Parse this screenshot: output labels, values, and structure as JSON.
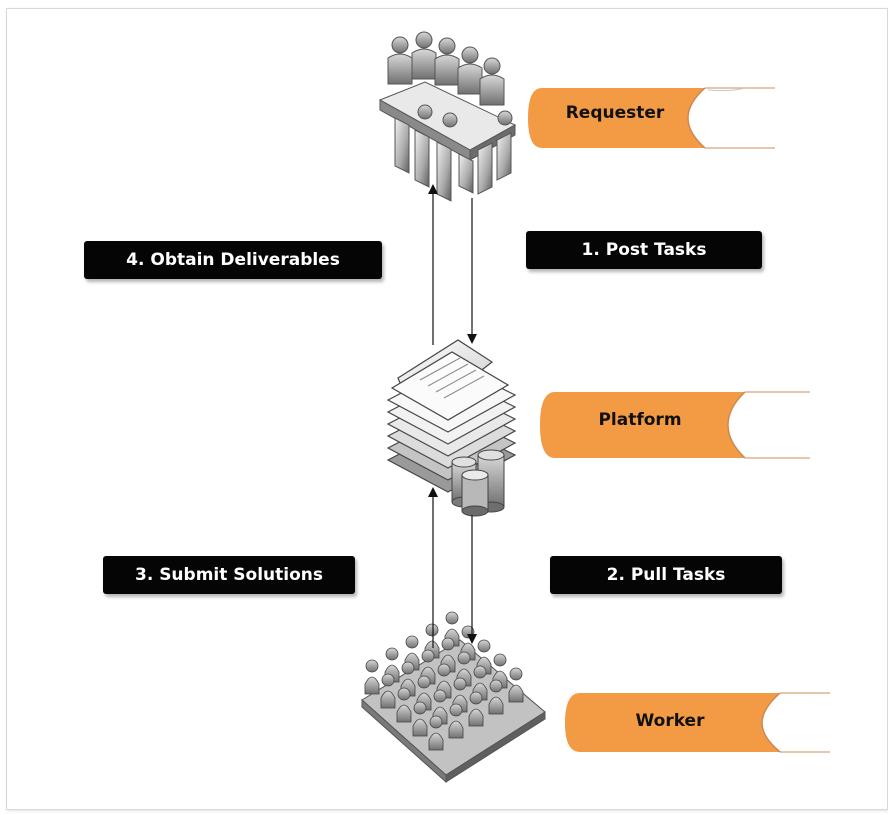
{
  "diagram": {
    "nodes": [
      {
        "id": "requester",
        "label": "Requester",
        "icon": "meeting-group-icon"
      },
      {
        "id": "platform",
        "label": "Platform",
        "icon": "documents-database-icon"
      },
      {
        "id": "worker",
        "label": "Worker",
        "icon": "crowd-icon"
      }
    ],
    "steps": [
      {
        "label": "1. Post Tasks",
        "from": "requester",
        "to": "platform"
      },
      {
        "label": "2. Pull Tasks",
        "from": "platform",
        "to": "worker"
      },
      {
        "label": "3. Submit Solutions",
        "from": "worker",
        "to": "platform"
      },
      {
        "label": "4. Obtain Deliverables",
        "from": "platform",
        "to": "requester"
      }
    ],
    "colors": {
      "role_fill": "#f39a45",
      "role_outline": "#e8a060",
      "step_fill": "#050505",
      "step_text": "#ffffff",
      "arrow": "#111111"
    }
  }
}
